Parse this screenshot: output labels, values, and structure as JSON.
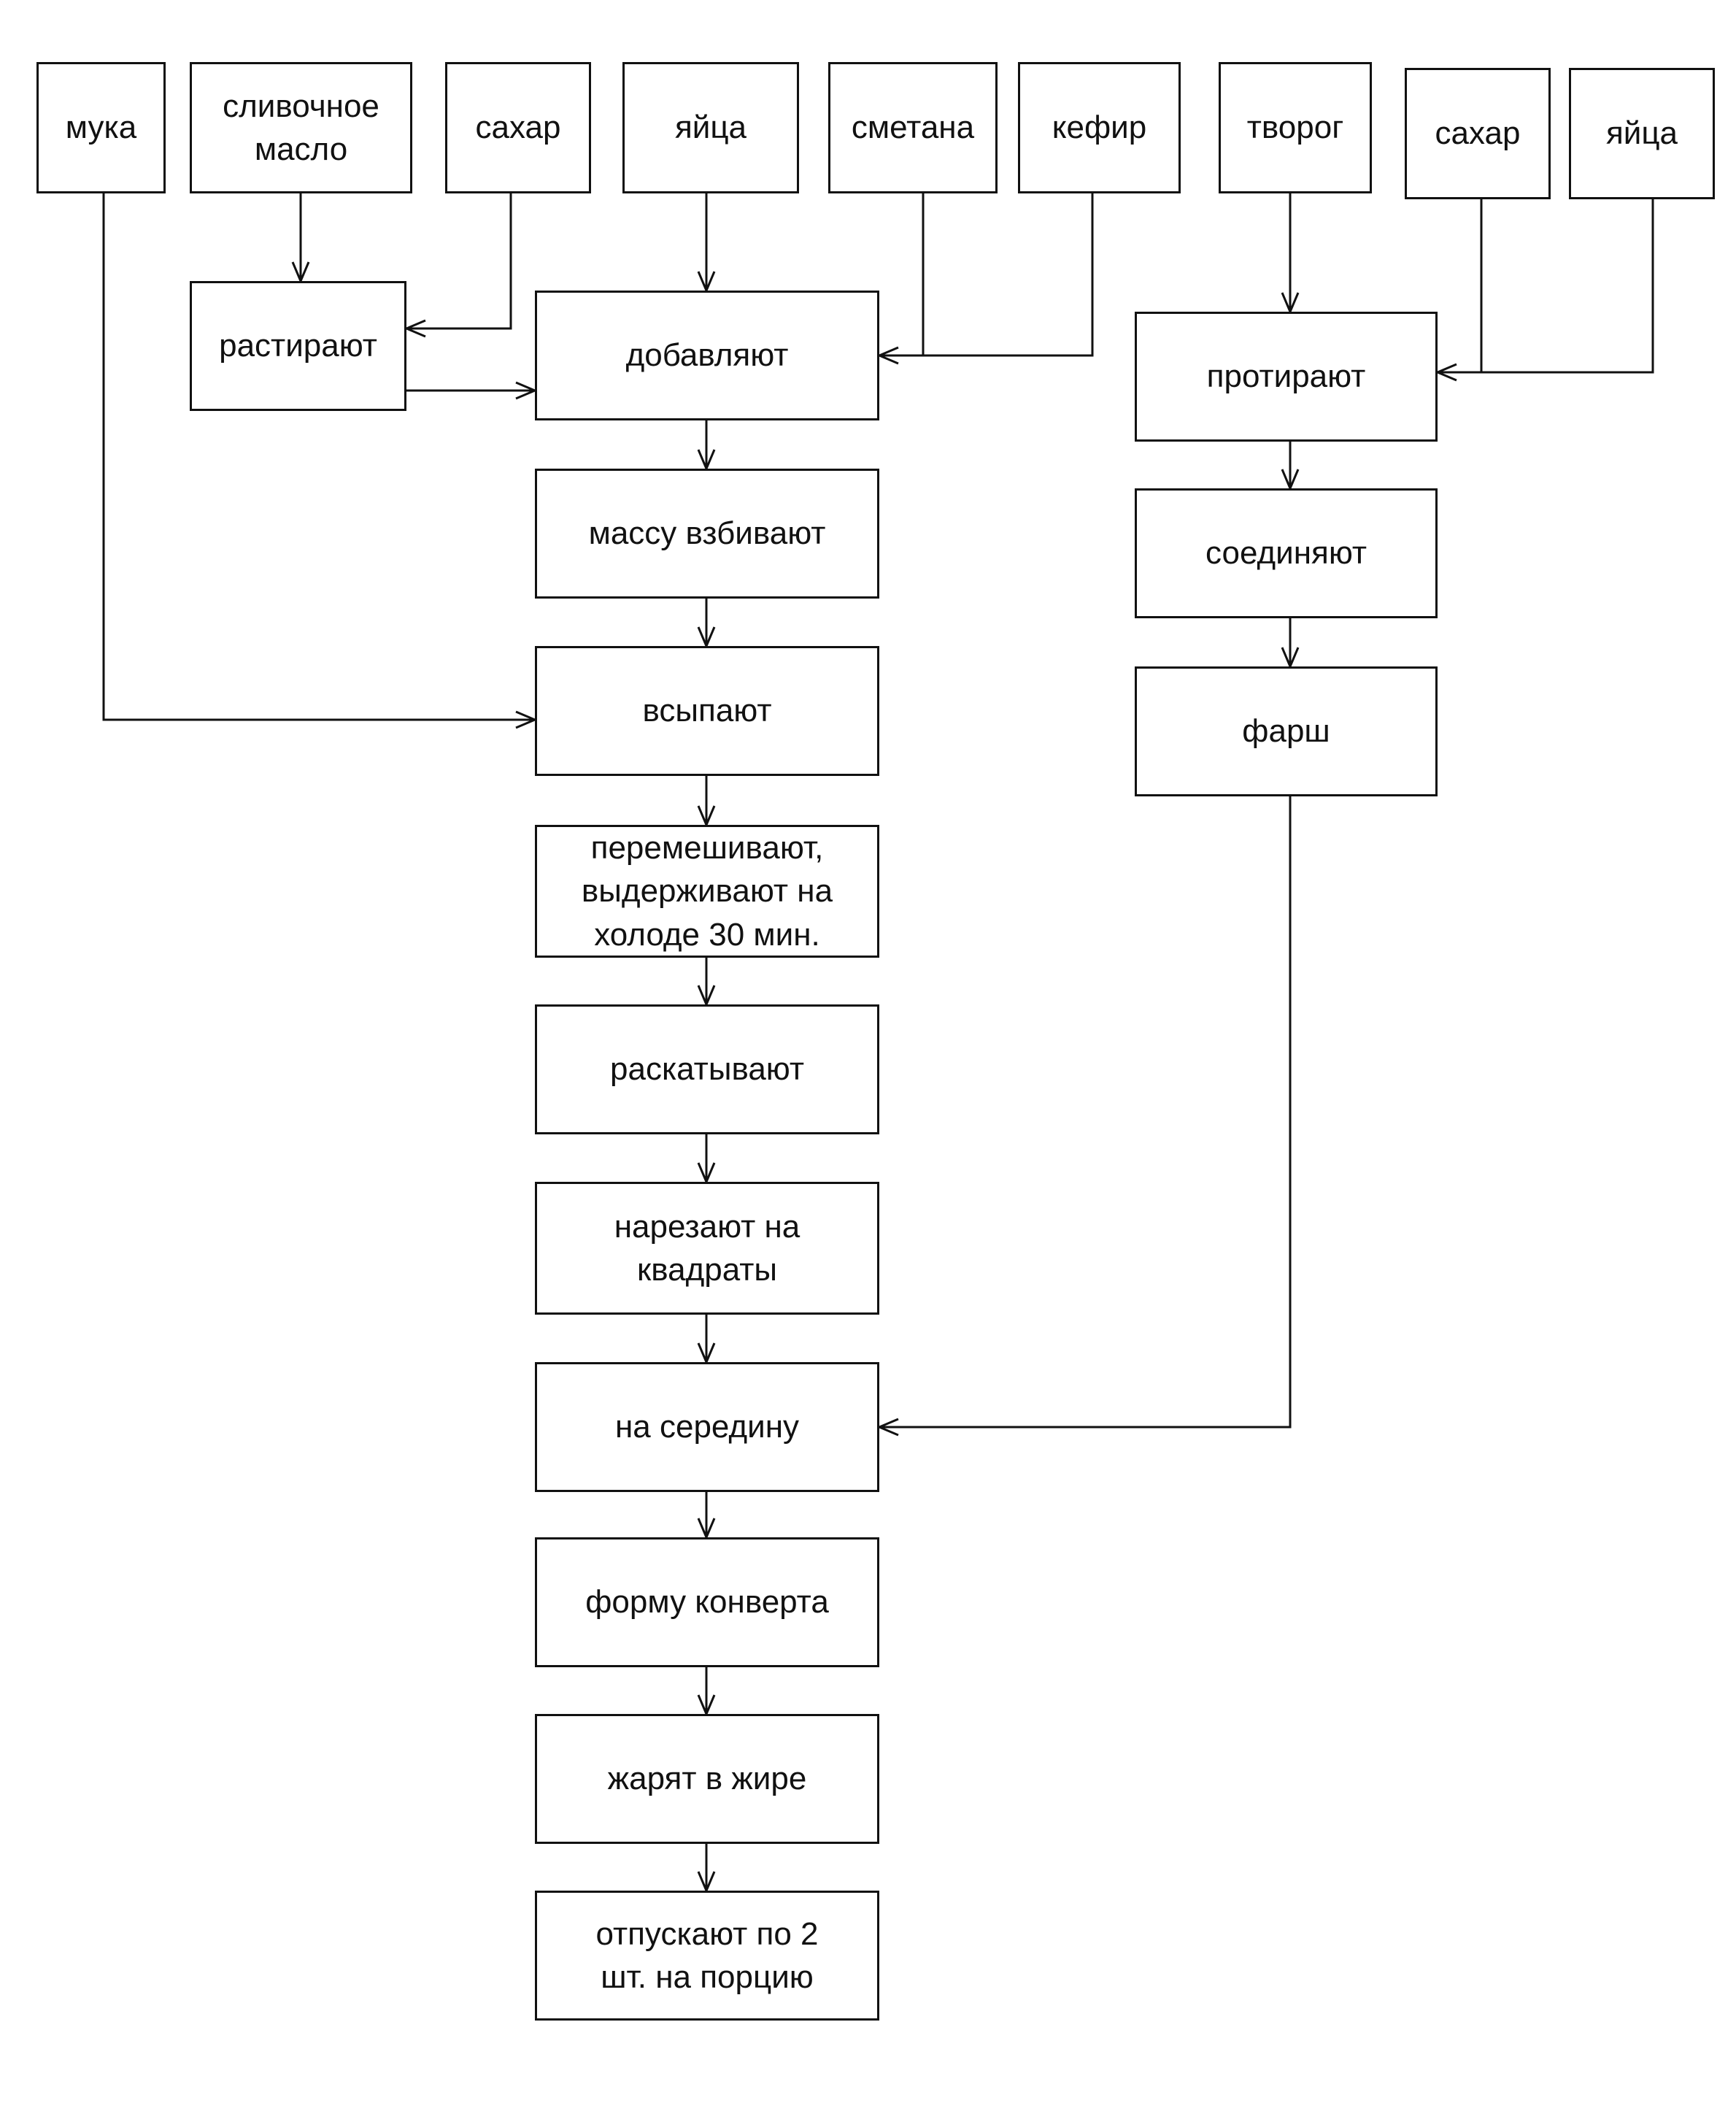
{
  "ingredients": {
    "muka": "мука",
    "butter": "сливочное\nмасло",
    "sugar1": "сахар",
    "eggs1": "яйца",
    "smetana": "сметана",
    "kefir": "кефир",
    "tvorog": "творог",
    "sugar2": "сахар",
    "eggs2": "яйца"
  },
  "steps": {
    "rastirayut": "растирают",
    "dobavlyayut": "добавляют",
    "vzbivayut": "массу взбивают",
    "vsypayut": "всыпают",
    "peremeshivayut": "перемешивают,\nвыдерживают на\nхолоде 30 мин.",
    "raskatyvayut": "раскатывают",
    "narezayut": "нарезают на\nквадраты",
    "na_seredinu": "на середину",
    "konvert": "форму конверта",
    "zharyat": "жарят в жире",
    "otpuskayut": "отпускают по 2\nшт. на порцию",
    "protirayut": "протирают",
    "soedinyayut": "соединяют",
    "farsh": "фарш"
  },
  "colors": {
    "line": "#111111",
    "background": "#ffffff"
  }
}
